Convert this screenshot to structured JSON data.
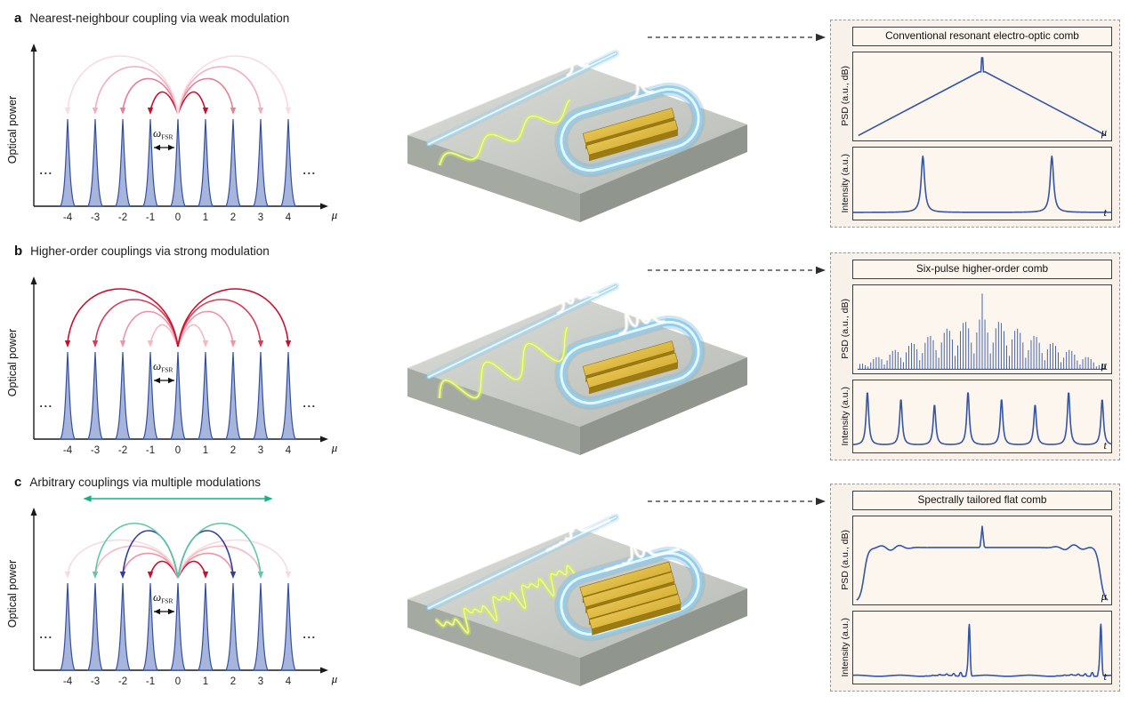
{
  "figure": {
    "accent_blue": "#3355a4",
    "rows": [
      {
        "label": "a",
        "title": "Nearest-neighbour coupling via weak modulation",
        "comb": {
          "ylabel": "Optical power",
          "xlabel": "μ",
          "ellipsis": "...",
          "modes": [
            -4,
            -3,
            -2,
            -1,
            0,
            1,
            2,
            3,
            4
          ],
          "fsr_symbol": "ω",
          "fsr_sub": "FSR",
          "couplings": [
            {
              "order": 1,
              "color": "#c8102e",
              "level": 62
            },
            {
              "order": 2,
              "color": "#e87e95",
              "level": 42
            },
            {
              "order": 3,
              "color": "#f3aebd",
              "level": 24
            },
            {
              "order": 4,
              "color": "#fad9e1",
              "level": 8
            }
          ]
        },
        "chip": {
          "wave": "sine-small",
          "pulses": "single",
          "electrode_offsets": [
            -5,
            9
          ]
        },
        "output": {
          "title": "Conventional resonant electro-optic comb",
          "psd_ylabel": "PSD (a.u., dB)",
          "psd_xlabel": "μ",
          "intensity_ylabel": "Intensity (a.u.)",
          "intensity_xlabel": "t"
        }
      },
      {
        "label": "b",
        "title": "Higher-order couplings via strong modulation",
        "comb": {
          "ylabel": "Optical power",
          "xlabel": "μ",
          "ellipsis": "...",
          "modes": [
            -4,
            -3,
            -2,
            -1,
            0,
            1,
            2,
            3,
            4
          ],
          "fsr_symbol": "ω",
          "fsr_sub": "FSR",
          "couplings": [
            {
              "order": 1,
              "color": "#f5b8c4",
              "level": 62
            },
            {
              "order": 2,
              "color": "#ef93a7",
              "level": 42
            },
            {
              "order": 3,
              "color": "#d83a57",
              "level": 24
            },
            {
              "order": 4,
              "color": "#c8102e",
              "level": 8
            }
          ]
        },
        "chip": {
          "wave": "sine-large",
          "pulses": "triple",
          "electrode_offsets": [
            -5,
            9
          ]
        },
        "output": {
          "title": "Six-pulse higher-order comb",
          "psd_ylabel": "PSD (a.u., dB)",
          "psd_xlabel": "μ",
          "intensity_ylabel": "Intensity (a.u.)",
          "intensity_xlabel": "t"
        }
      },
      {
        "label": "c",
        "title": "Arbitrary couplings via multiple modulations",
        "comb": {
          "ylabel": "Optical power",
          "xlabel": "μ",
          "ellipsis": "...",
          "modes": [
            -4,
            -3,
            -2,
            -1,
            0,
            1,
            2,
            3,
            4
          ],
          "fsr_symbol": "ω",
          "fsr_sub": "FSR",
          "couplings": [
            {
              "order": 1,
              "color": "#c8102e",
              "level": 70
            },
            {
              "order": 2,
              "color": "#ef93a7",
              "level": 58
            },
            {
              "order": 3,
              "color": "#f5b8c4",
              "level": 47
            },
            {
              "order": 4,
              "color": "#fad9e1",
              "level": 38
            },
            {
              "order": 2,
              "color": "#2f3f9c",
              "level": 24
            },
            {
              "order": 3,
              "color": "#5fc9a2",
              "level": 13
            }
          ],
          "span_arrow": {
            "span": 3.4,
            "color": "#16b289",
            "level": 5
          }
        },
        "chip": {
          "wave": "complex",
          "pulses": "rippled",
          "electrode_offsets": [
            -17,
            -5,
            9,
            21
          ]
        },
        "output": {
          "title": "Spectrally tailored flat comb",
          "psd_ylabel": "PSD (a.u., dB)",
          "psd_xlabel": "μ",
          "intensity_ylabel": "Intensity (a.u.)",
          "intensity_xlabel": "t"
        }
      }
    ]
  },
  "chart_data": [
    {
      "panel": "a",
      "plots": [
        {
          "name": "psd",
          "type": "line",
          "title": "Conventional resonant electro-optic comb",
          "xlabel": "μ",
          "ylabel": "PSD (a.u., dB)",
          "shape": "triangular_envelope_with_pump_spike",
          "apex_rel": 1.0,
          "edge_rel": 0.05,
          "spike_rel": 1.22
        },
        {
          "name": "intensity",
          "type": "line",
          "xlabel": "t",
          "ylabel": "Intensity (a.u.)",
          "shape": "pulse_train",
          "pulse_positions": [
            0.27,
            0.77
          ],
          "pulse_heights": [
            1,
            1
          ],
          "pulse_width": 0.008
        }
      ]
    },
    {
      "panel": "b",
      "plots": [
        {
          "name": "psd",
          "type": "line",
          "title": "Six-pulse higher-order comb",
          "xlabel": "μ",
          "ylabel": "PSD (a.u., dB)",
          "shape": "dense_comb",
          "n_modes": 91,
          "envelope": "triangular",
          "sub_lobe_period": 13,
          "spike_rel": 1.38
        },
        {
          "name": "intensity",
          "type": "line",
          "xlabel": "t",
          "ylabel": "Intensity (a.u.)",
          "shape": "pulse_train",
          "pulse_positions": [
            0.055,
            0.185,
            0.315,
            0.445,
            0.575,
            0.705,
            0.835,
            0.965
          ],
          "pulse_heights": [
            0.95,
            0.82,
            0.72,
            0.95,
            0.82,
            0.72,
            0.95,
            0.82
          ],
          "pulse_width": 0.006
        }
      ]
    },
    {
      "panel": "c",
      "plots": [
        {
          "name": "psd",
          "type": "line",
          "title": "Spectrally tailored flat comb",
          "xlabel": "μ",
          "ylabel": "PSD (a.u., dB)",
          "shape": "flat_top_with_pump_spike",
          "flat_rel": 0.76,
          "spike_rel": 1.06,
          "edge_frac": 0.03
        },
        {
          "name": "intensity",
          "type": "line",
          "xlabel": "t",
          "ylabel": "Intensity (a.u.)",
          "shape": "ramped_pulses",
          "pulse_positions": [
            0.45,
            0.96
          ],
          "ripple_span": 0.18,
          "pulse_heights": [
            0.92,
            0.92
          ]
        }
      ]
    }
  ]
}
